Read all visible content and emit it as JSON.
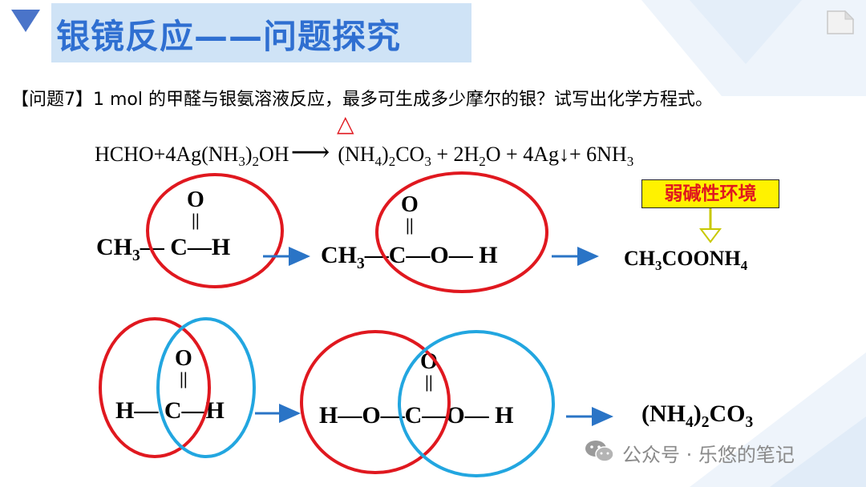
{
  "header": {
    "title": "银镜反应——问题探究"
  },
  "question": {
    "text": "【问题7】1 mol 的甲醛与银氨溶液反应，最多可生成多少摩尔的银？试写出化学方程式。"
  },
  "equation": {
    "reactants": "HCHO+4Ag(NH",
    "r_sub1": "3",
    "r_mid": ")",
    "r_sub2": "2",
    "r_end": "OH",
    "arrow": "⟶",
    "heat": "△",
    "p1a": "(NH",
    "p1s1": "4",
    "p1b": ")",
    "p1s2": "2",
    "p1c": "CO",
    "p1s3": "3",
    "p2": " + 2H",
    "p2s": "2",
    "p2b": "O + 4Ag↓+ 6NH",
    "p3s": "3"
  },
  "row1": {
    "m1_ch": "CH",
    "m1_sub": "3",
    "m1_rest": "— C—H",
    "m1_o": "O",
    "m1_dbl": "||",
    "m2_ch": "CH",
    "m2_sub": "3",
    "m2_rest": "—C—O— H",
    "m2_o": "O",
    "m2_dbl": "||",
    "m3_a": "CH",
    "m3_s1": "3",
    "m3_b": "COONH",
    "m3_s2": "4",
    "badge": "弱碱性环境"
  },
  "row2": {
    "m1_text": "H— C—H",
    "m1_o": "O",
    "m1_dbl": "||",
    "m2_text": "H—O—C—O— H",
    "m2_o": "O",
    "m2_dbl": "||",
    "m3_a": "(NH",
    "m3_s1": "4",
    "m3_b": ")",
    "m3_s2": "2",
    "m3_c": "CO",
    "m3_s3": "3"
  },
  "watermark": {
    "text": "公众号 · 乐悠的笔记"
  },
  "colors": {
    "title": "#2f6fd1",
    "red_ellipse": "#e0181f",
    "blue_ellipse": "#22a6e0",
    "arrow_blue": "#2a74c6",
    "badge_bg": "#fff200"
  }
}
